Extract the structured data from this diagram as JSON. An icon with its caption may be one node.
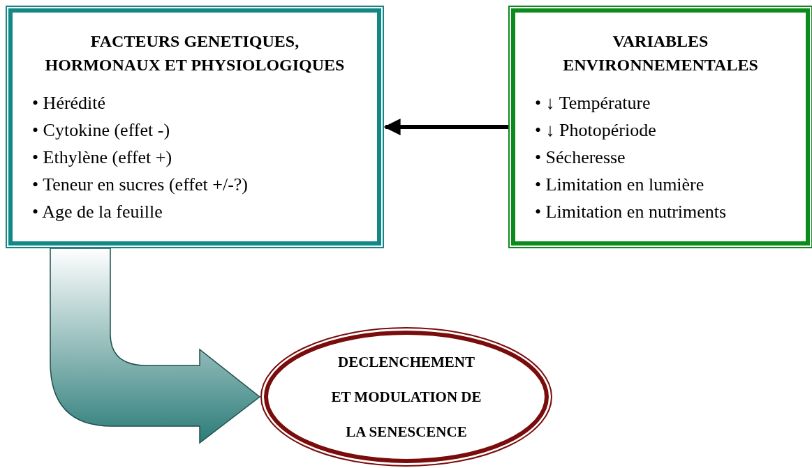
{
  "diagram": {
    "nodes": [
      {
        "text": [
          "FACTEURS GENETIQUES, HORMONAUX ET PHYSIOLOGIQUES",
          "• Hérédité",
          "• Cytokine (effet -)",
          "• Ethylène (effet +)",
          "• Teneur en sucres (effet +/-?)",
          "• Age de la feuille"
        ]
      },
      {
        "text": [
          "VARIABLES ENVIRONNEMENTALES",
          "• ↓ Température",
          "• ↓ Photopériode",
          "• Sécheresse",
          "• Limitation en lumière",
          "• Limitation en nutriments"
        ]
      },
      {
        "text": [
          "DECLENCHEMENT ET MODULATION DE LA SENESCENCE"
        ]
      }
    ],
    "edges": [
      {
        "from": 1,
        "to": 0,
        "arrow": "to"
      },
      {
        "from": 0,
        "to": 2,
        "arrow": "to",
        "style": "thick"
      }
    ]
  }
}
